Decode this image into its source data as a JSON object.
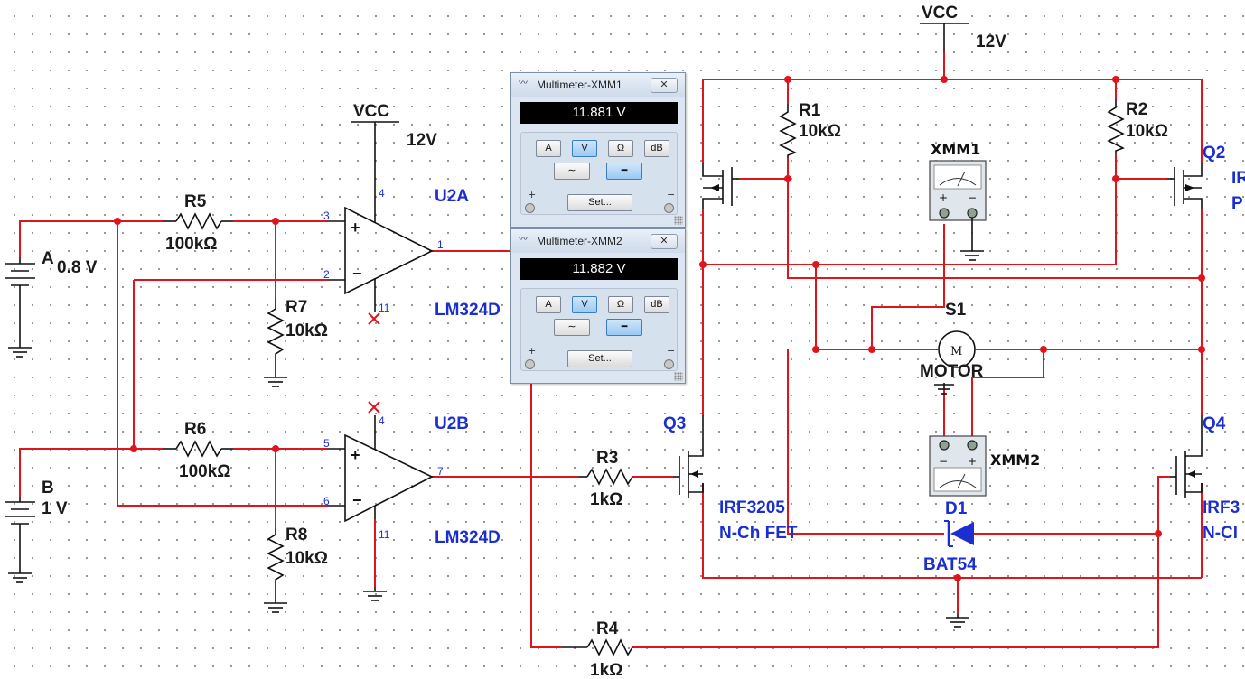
{
  "schematic": {
    "vcc_top": {
      "label": "VCC",
      "value": "12V"
    },
    "vcc_amp": {
      "label": "VCC",
      "value": "12V"
    },
    "source_a": {
      "ref": "A",
      "value": "0.8 V"
    },
    "source_b": {
      "ref": "B",
      "value": "1 V"
    },
    "r1": {
      "ref": "R1",
      "value": "10kΩ"
    },
    "r2": {
      "ref": "R2",
      "value": "10kΩ"
    },
    "r3": {
      "ref": "R3",
      "value": "1kΩ"
    },
    "r4": {
      "ref": "R4",
      "value": "1kΩ"
    },
    "r5": {
      "ref": "R5",
      "value": "100kΩ"
    },
    "r6": {
      "ref": "R6",
      "value": "100kΩ"
    },
    "r7": {
      "ref": "R7",
      "value": "10kΩ"
    },
    "r8": {
      "ref": "R8",
      "value": "10kΩ"
    },
    "u2a": {
      "ref": "U2A",
      "part": "LM324D",
      "pins": {
        "plus": "3",
        "minus": "2",
        "out": "1",
        "vpos": "4",
        "vneg": "11"
      }
    },
    "u2b": {
      "ref": "U2B",
      "part": "LM324D",
      "pins": {
        "plus": "5",
        "minus": "6",
        "out": "7",
        "vpos": "4",
        "vneg": "11"
      }
    },
    "q2": {
      "ref": "Q2",
      "line1": "IR",
      "line2": "P"
    },
    "q3": {
      "ref": "Q3",
      "line1": "IRF3205",
      "line2": "N-Ch FET"
    },
    "q4": {
      "ref": "Q4",
      "line1": "IRF3",
      "line2": "N-Cl"
    },
    "s1": {
      "ref": "S1",
      "label": "MOTOR",
      "glyph": "M"
    },
    "d1": {
      "ref": "D1",
      "part": "BAT54"
    },
    "xmm1_label": "XMM1",
    "xmm2_label": "XMM2",
    "meter_plus": "+",
    "meter_minus": "−"
  },
  "multimeters": [
    {
      "title": "Multimeter-XMM1",
      "close": "✕",
      "reading": "11.881 V",
      "buttons": [
        "A",
        "V",
        "Ω",
        "dB"
      ],
      "active": "V",
      "set_label": "Set...",
      "plus": "+",
      "minus": "−"
    },
    {
      "title": "Multimeter-XMM2",
      "close": "✕",
      "reading": "11.882 V",
      "buttons": [
        "A",
        "V",
        "Ω",
        "dB"
      ],
      "active": "V",
      "set_label": "Set...",
      "plus": "+",
      "minus": "−"
    }
  ],
  "colors": {
    "wire": "#e0151b",
    "component": "#111111",
    "annotation": "#1b2fd0",
    "window": "#dce6f2"
  }
}
